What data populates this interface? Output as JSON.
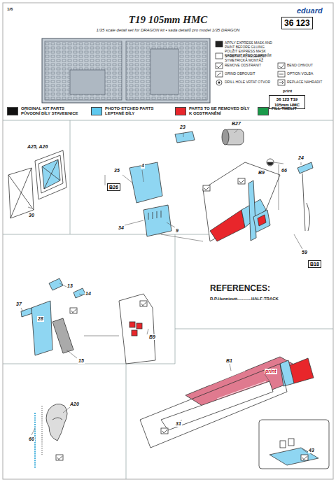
{
  "diagram": {
    "title": "T19 105mm HMC",
    "nodes": [
      {
        "text": [
          "36 123"
        ]
      },
      {
        "text": [
          "36 123 T19 105mm HMC"
        ]
      },
      {
        "text": [
          "B26"
        ]
      },
      {
        "text": [
          "B18"
        ]
      }
    ],
    "labels": [
      "1/6",
      "eduard",
      "1/35 scale detail set for DRAGON kit • sada detailů pro model 1/35 DRAGON",
      "print",
      "A25, A26",
      "30",
      "23",
      "B27",
      "66",
      "24",
      "35",
      "4",
      "B9",
      "34",
      "9",
      "59",
      "13",
      "14",
      "37",
      "28",
      "15",
      "B9",
      "A20",
      "60",
      "B1",
      "print",
      "31",
      "43",
      "REFERENCES:",
      "R.P.Hunnicutt............HALF-TRACK"
    ],
    "legend": [
      {
        "text": "APPLY EXPRESS MASK AND PAINT BEFORE GLUING POUŽIT EXPRESS MASK NABARVIT PŘED SLEPENÍM"
      },
      {
        "text": "SYMETRICAL ASSEMBLY SYMETRICKÁ MONTÁŽ"
      },
      {
        "text": "REMOVE ODSTRANIT"
      },
      {
        "text": "GRIND OBROUSIT"
      },
      {
        "text": "DRILL HOLE VRTAT OTVOR"
      },
      {
        "text": "BEND OHNOUT"
      },
      {
        "text": "OPTION VOLBA"
      },
      {
        "text": "REPLACE NAHRADIT"
      },
      {
        "text": "ORIGINAL KIT PARTS PŮVODNÍ DÍLY STAVEBNICE",
        "color": "#111111"
      },
      {
        "text": "PHOTO-ETCHED PARTS LEPTANÉ DÍLY",
        "color": "#5fc8ee"
      },
      {
        "text": "PARTS TO BE REMOVED DÍLY K ODSTRANĚNÍ",
        "color": "#e8262b"
      },
      {
        "text": "FILL TMELIT",
        "color": "#1a9a4a"
      }
    ]
  }
}
